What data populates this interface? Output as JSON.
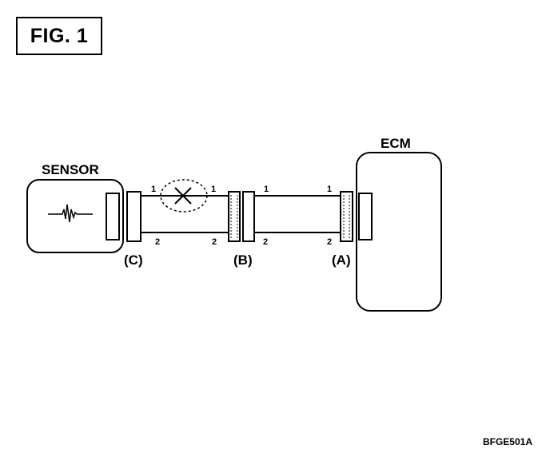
{
  "figure": {
    "title": "FIG. 1"
  },
  "components": {
    "sensor": "SENSOR",
    "ecm": "ECM"
  },
  "connectors": {
    "c": "(C)",
    "b": "(B)",
    "a": "(A)"
  },
  "pins": {
    "c_b_top_left": "1",
    "c_b_top_right": "1",
    "c_b_bottom_left": "2",
    "c_b_bottom_right": "2",
    "b_a_top_left": "1",
    "b_a_top_right": "1",
    "b_a_bottom_left": "2",
    "b_a_bottom_right": "2"
  },
  "fault_marker": "open-circuit-x-icon",
  "code": "BFGE501A"
}
